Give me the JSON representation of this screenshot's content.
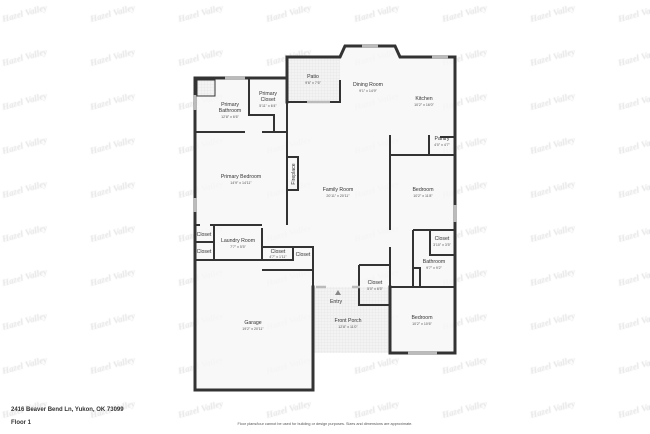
{
  "watermark": "Hazel Valley",
  "address": "2416 Beaver Bend Ln, Yukon, OK 73099",
  "floor": "Floor 1",
  "disclaimer": "Floor plans/tour cannot be used for building or design purposes. Sizes and dimensions are approximate.",
  "rooms": {
    "patio": {
      "name": "Patio",
      "dim": "9'6\" x 7'6\""
    },
    "dining": {
      "name": "Dining Room",
      "dim": "9'1\" x 14'9\""
    },
    "kitchen": {
      "name": "Kitchen",
      "dim": "10'2\" x 16'0\""
    },
    "pbath": {
      "name1": "Primary",
      "name2": "Bathroom",
      "dim": "12'8\" x 6'6\""
    },
    "pcloset": {
      "name1": "Primary",
      "name2": "Closet",
      "dim": "5'11\" x 6'4\""
    },
    "pantry": {
      "name": "Pantry",
      "dim": "4'0\" x 4'7\""
    },
    "pbed": {
      "name": "Primary Bedroom",
      "dim": "14'9\" x 14'11\""
    },
    "fireplace": {
      "name": "Fireplace"
    },
    "family": {
      "name": "Family Room",
      "dim": "20'11\" x 20'11\""
    },
    "bed1": {
      "name": "Bedroom",
      "dim": "10'2\" x 11'8\""
    },
    "closetA": {
      "name": "Closet"
    },
    "closetB": {
      "name": "Closet"
    },
    "laundry": {
      "name": "Laundry Room",
      "dim": "7'7\" x 5'5\""
    },
    "closetC": {
      "name": "Closet",
      "dim": "4'7\" x 1'11\""
    },
    "closetD": {
      "name": "Closet"
    },
    "closetE": {
      "name": "Closet",
      "dim": "3'10\" x 3'5\""
    },
    "bath": {
      "name": "Bathroom",
      "dim": "9'7\" x 9'2\""
    },
    "closetF": {
      "name": "Closet",
      "dim": "5'0\" x 6'5\""
    },
    "entry": {
      "name": "Entry"
    },
    "garage": {
      "name": "Garage",
      "dim": "19'2\" x 20'11\""
    },
    "porch": {
      "name": "Front Porch",
      "dim": "12'8\" x 11'0\""
    },
    "bed2": {
      "name": "Bedroom",
      "dim": "10'2\" x 10'6\""
    }
  }
}
